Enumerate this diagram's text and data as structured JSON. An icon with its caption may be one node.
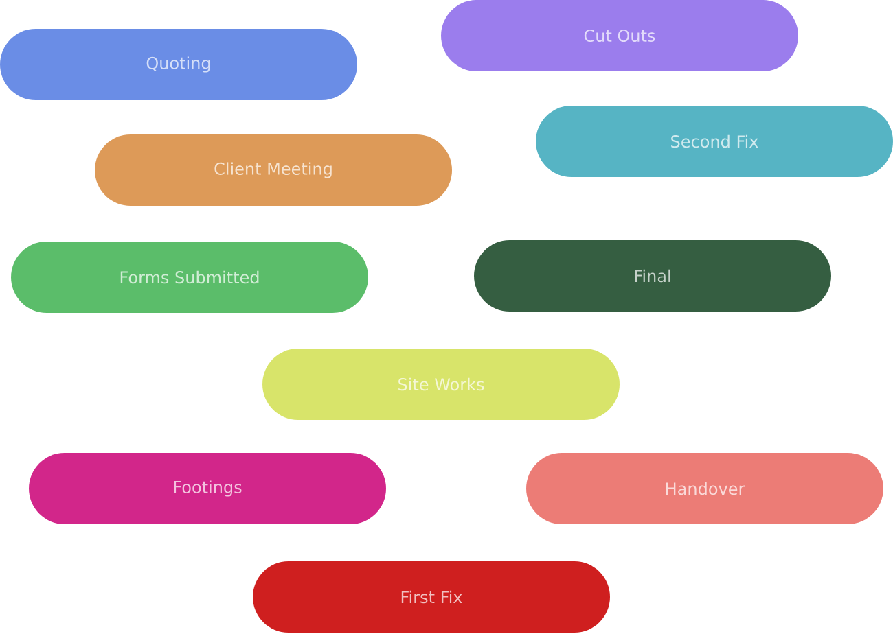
{
  "diagram": {
    "nodes": [
      {
        "text": [
          "Quoting"
        ]
      },
      {
        "text": [
          "Cut Outs"
        ]
      },
      {
        "text": [
          "Client Meeting"
        ]
      },
      {
        "text": [
          "Second Fix"
        ]
      },
      {
        "text": [
          "Forms Submitted"
        ]
      },
      {
        "text": [
          "Final"
        ]
      },
      {
        "text": [
          "Site Works"
        ]
      },
      {
        "text": [
          "Footings"
        ]
      },
      {
        "text": [
          "Handover"
        ]
      },
      {
        "text": [
          "First Fix"
        ]
      }
    ]
  }
}
